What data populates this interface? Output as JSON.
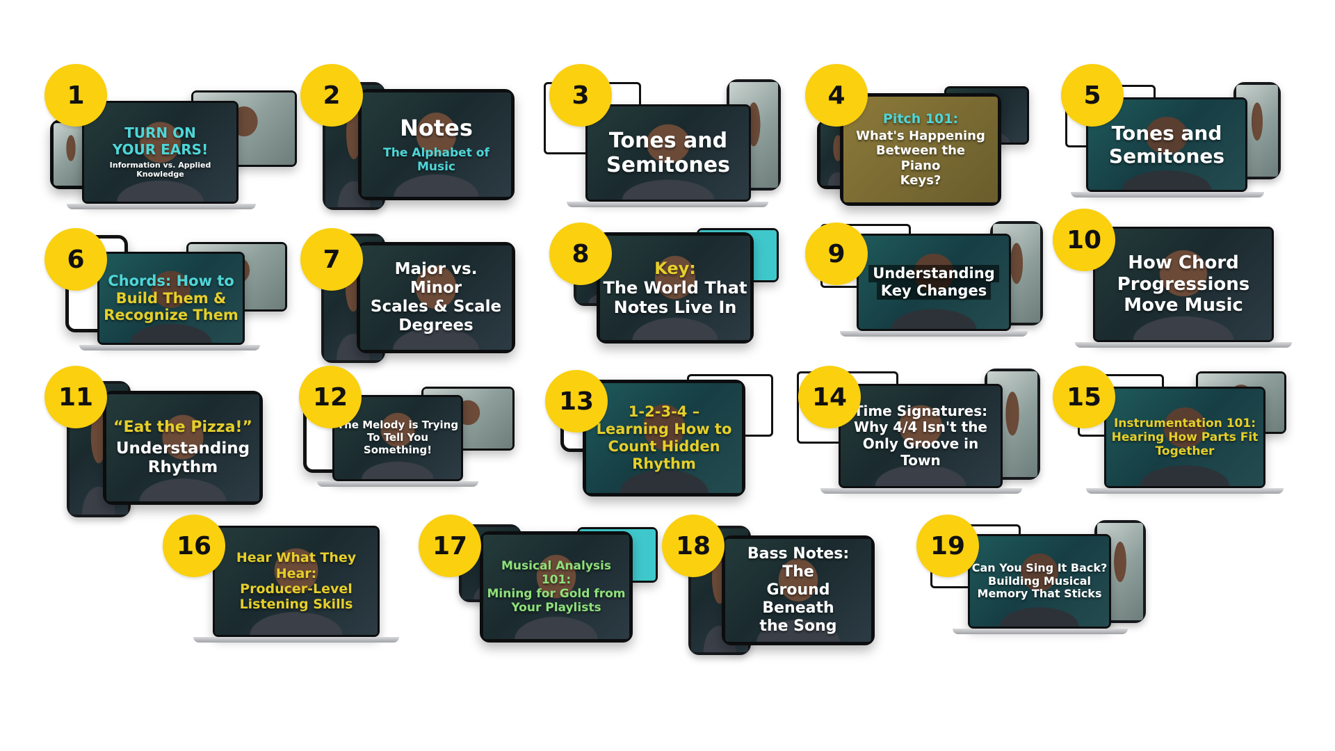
{
  "colors": {
    "badge": "#fad00f",
    "cyan": "#4fd6d8",
    "yellow": "#e6cf2a",
    "white": "#ffffff",
    "green": "#8fe07a"
  },
  "lessons": [
    {
      "number": "1",
      "lines": [
        "TURN ON",
        "YOUR EARS!"
      ],
      "sub": [
        "Information vs. Applied",
        "Knowledge"
      ]
    },
    {
      "number": "2",
      "lines": [
        "Notes"
      ],
      "sub": [
        "The Alphabet of Music"
      ]
    },
    {
      "number": "3",
      "lines": [
        "Tones and",
        "Semitones"
      ]
    },
    {
      "number": "4",
      "lines": [
        "Pitch 101:"
      ],
      "sub": [
        "What's Happening",
        "Between the Piano",
        "Keys?"
      ]
    },
    {
      "number": "5",
      "lines": [
        "Tones and",
        "Semitones"
      ]
    },
    {
      "number": "6",
      "lines": [
        "Chords: How to",
        "Build Them &",
        "Recognize Them"
      ]
    },
    {
      "number": "7",
      "lines": [
        "Major vs. Minor",
        "Scales & Scale",
        "Degrees"
      ]
    },
    {
      "number": "8",
      "lines": [
        "Key:"
      ],
      "sub": [
        "The World That",
        "Notes Live In"
      ]
    },
    {
      "number": "9",
      "lines": [
        "Understanding",
        "Key Changes"
      ]
    },
    {
      "number": "10",
      "lines": [
        "How Chord",
        "Progressions",
        "Move Music"
      ]
    },
    {
      "number": "11",
      "lines": [
        "“Eat the Pizza!”"
      ],
      "sub": [
        "Understanding",
        "Rhythm"
      ]
    },
    {
      "number": "12",
      "lines": [
        "The Melody is Trying",
        "To Tell You",
        "Something!"
      ]
    },
    {
      "number": "13",
      "lines": [
        "1-2-3-4 –",
        "Learning How to",
        "Count Hidden",
        "Rhythm"
      ]
    },
    {
      "number": "14",
      "lines": [
        "Time Signatures:",
        "Why 4/4 Isn't the",
        "Only Groove in Town"
      ]
    },
    {
      "number": "15",
      "lines": [
        "Instrumentation 101:",
        "Hearing How Parts Fit",
        "Together"
      ]
    },
    {
      "number": "16",
      "lines": [
        "Hear What They Hear:",
        "Producer-Level",
        "Listening Skills"
      ]
    },
    {
      "number": "17",
      "lines": [
        "Musical Analysis 101:",
        "Mining for Gold from",
        "Your Playlists"
      ]
    },
    {
      "number": "18",
      "lines": [
        "Bass Notes: The",
        "Ground Beneath",
        "the Song"
      ]
    },
    {
      "number": "19",
      "lines": [
        "Can You Sing It Back?",
        "Building Musical",
        "Memory That Sticks"
      ]
    }
  ]
}
